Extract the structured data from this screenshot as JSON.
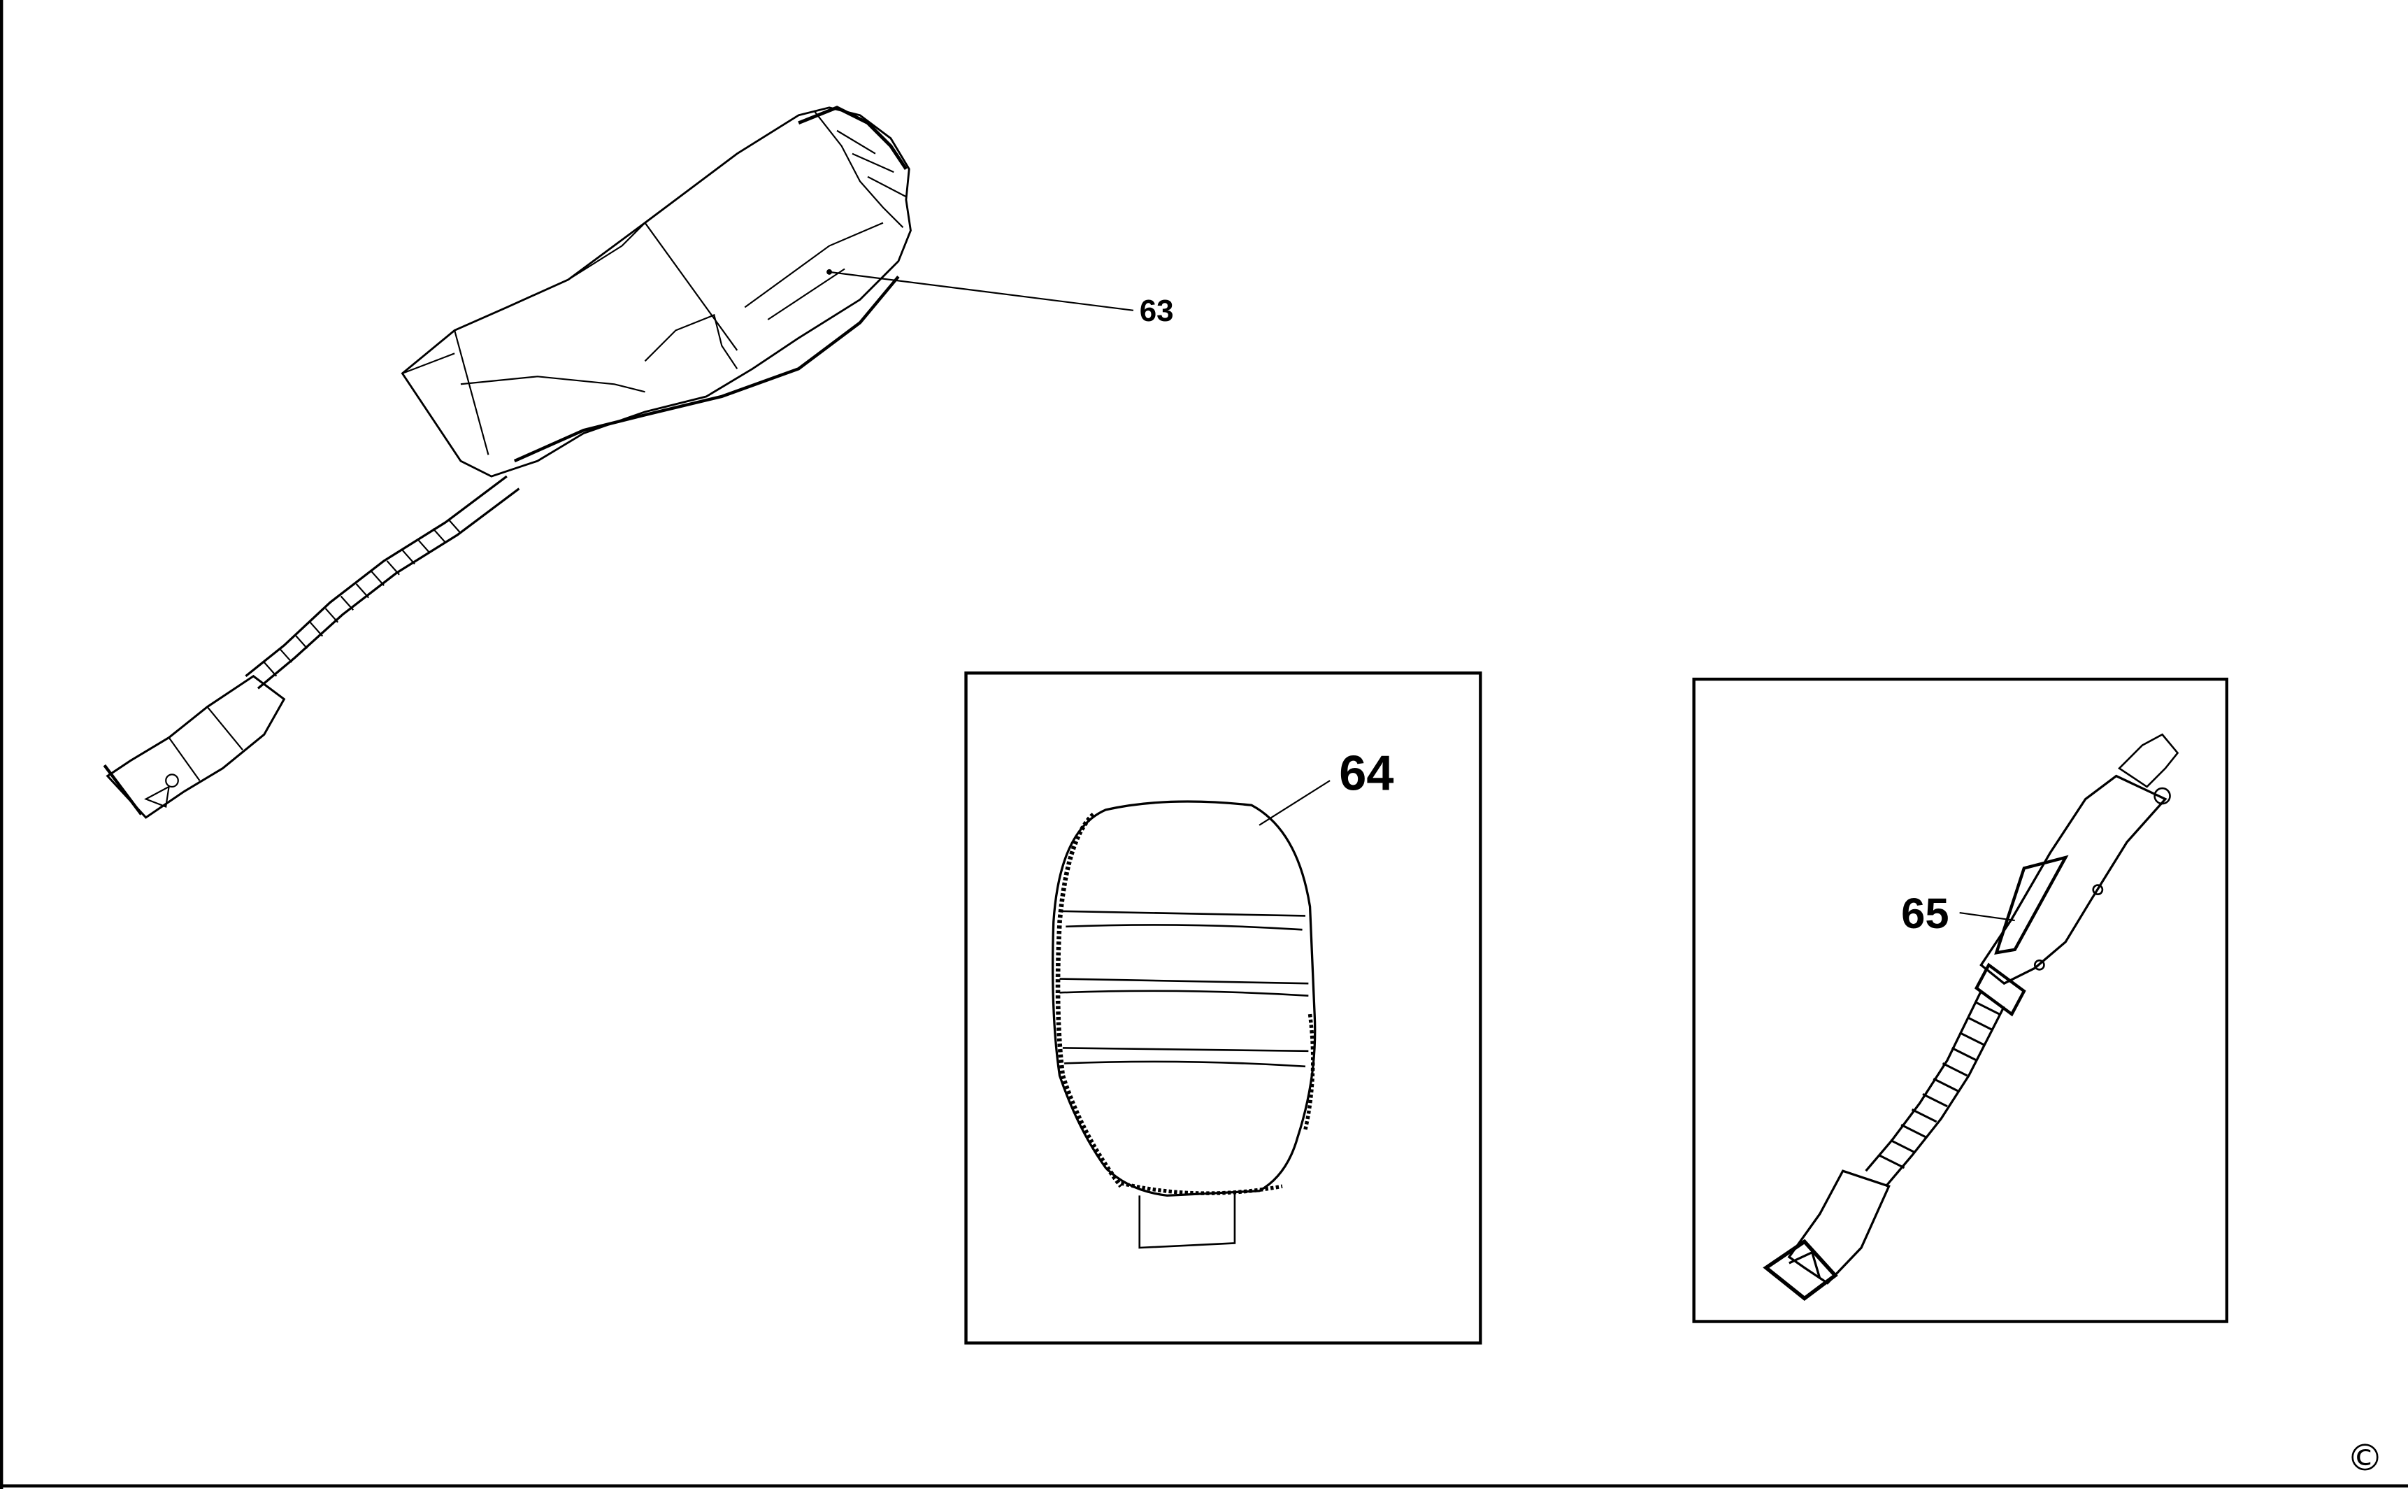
{
  "parts": [
    {
      "id": "part-63",
      "number": "63"
    },
    {
      "id": "part-64",
      "number": "64"
    },
    {
      "id": "part-65",
      "number": "65"
    }
  ],
  "footer": {
    "copyright_symbol": "©"
  },
  "colors": {
    "line": "#000000",
    "background": "#ffffff"
  }
}
